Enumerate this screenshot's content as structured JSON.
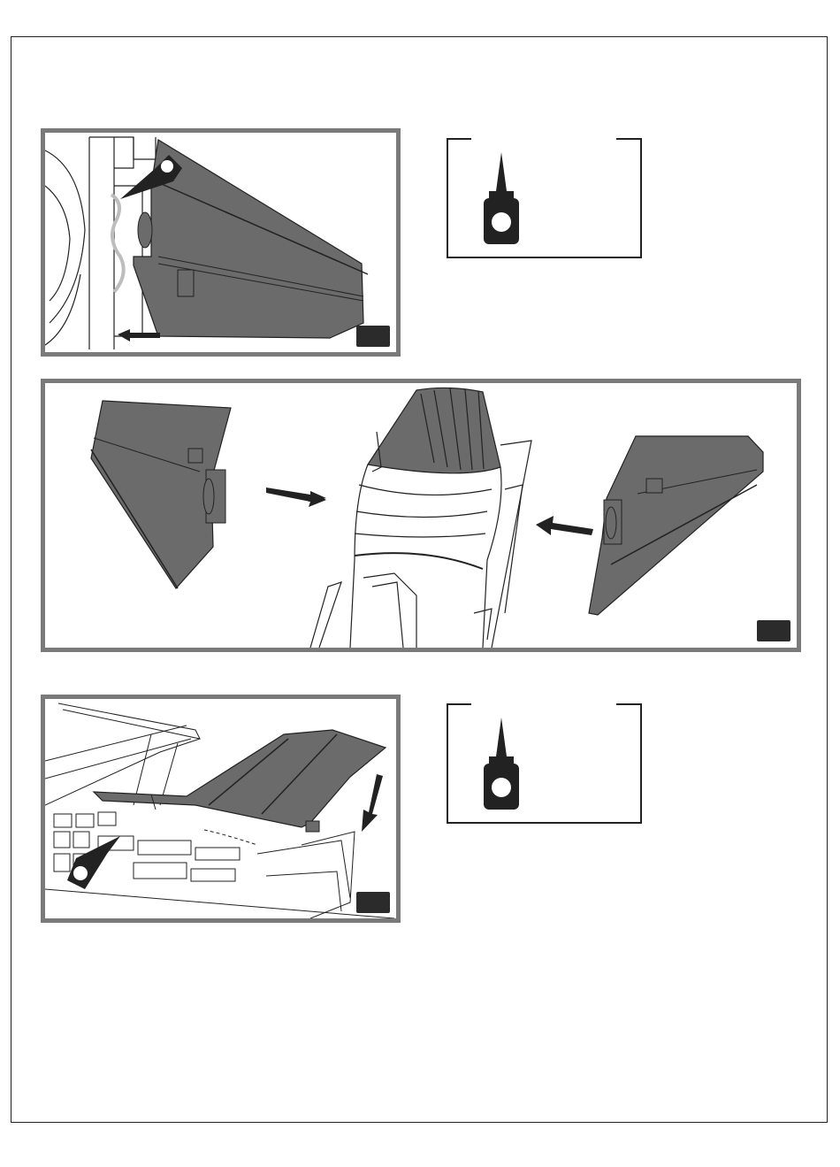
{
  "page": {
    "frame_color": "#222222",
    "panel_border_color": "#7a7a7a",
    "part_fill_color": "#6b6b6b",
    "badge_color": "#2b2b2b"
  },
  "steps": [
    {
      "id": "step-1",
      "badge_label": "",
      "glue_label": ""
    },
    {
      "id": "step-2",
      "badge_label": ""
    },
    {
      "id": "step-3",
      "badge_label": "",
      "glue_label": ""
    }
  ],
  "icons": {
    "glue": "glue-bottle-icon",
    "arrow": "arrow-icon"
  }
}
